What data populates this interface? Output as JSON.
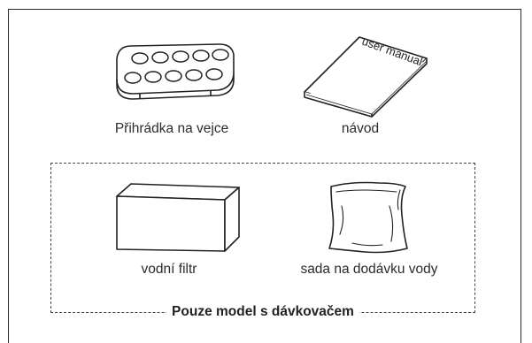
{
  "items": {
    "egg_tray": "Přihrádka na vejce",
    "manual": "návod",
    "manual_cover_text": "user manual",
    "water_filter": "vodní filtr",
    "water_kit": "sada na dodávku vody"
  },
  "dispenser_group": {
    "caption": "Pouze model s dávkovačem"
  }
}
